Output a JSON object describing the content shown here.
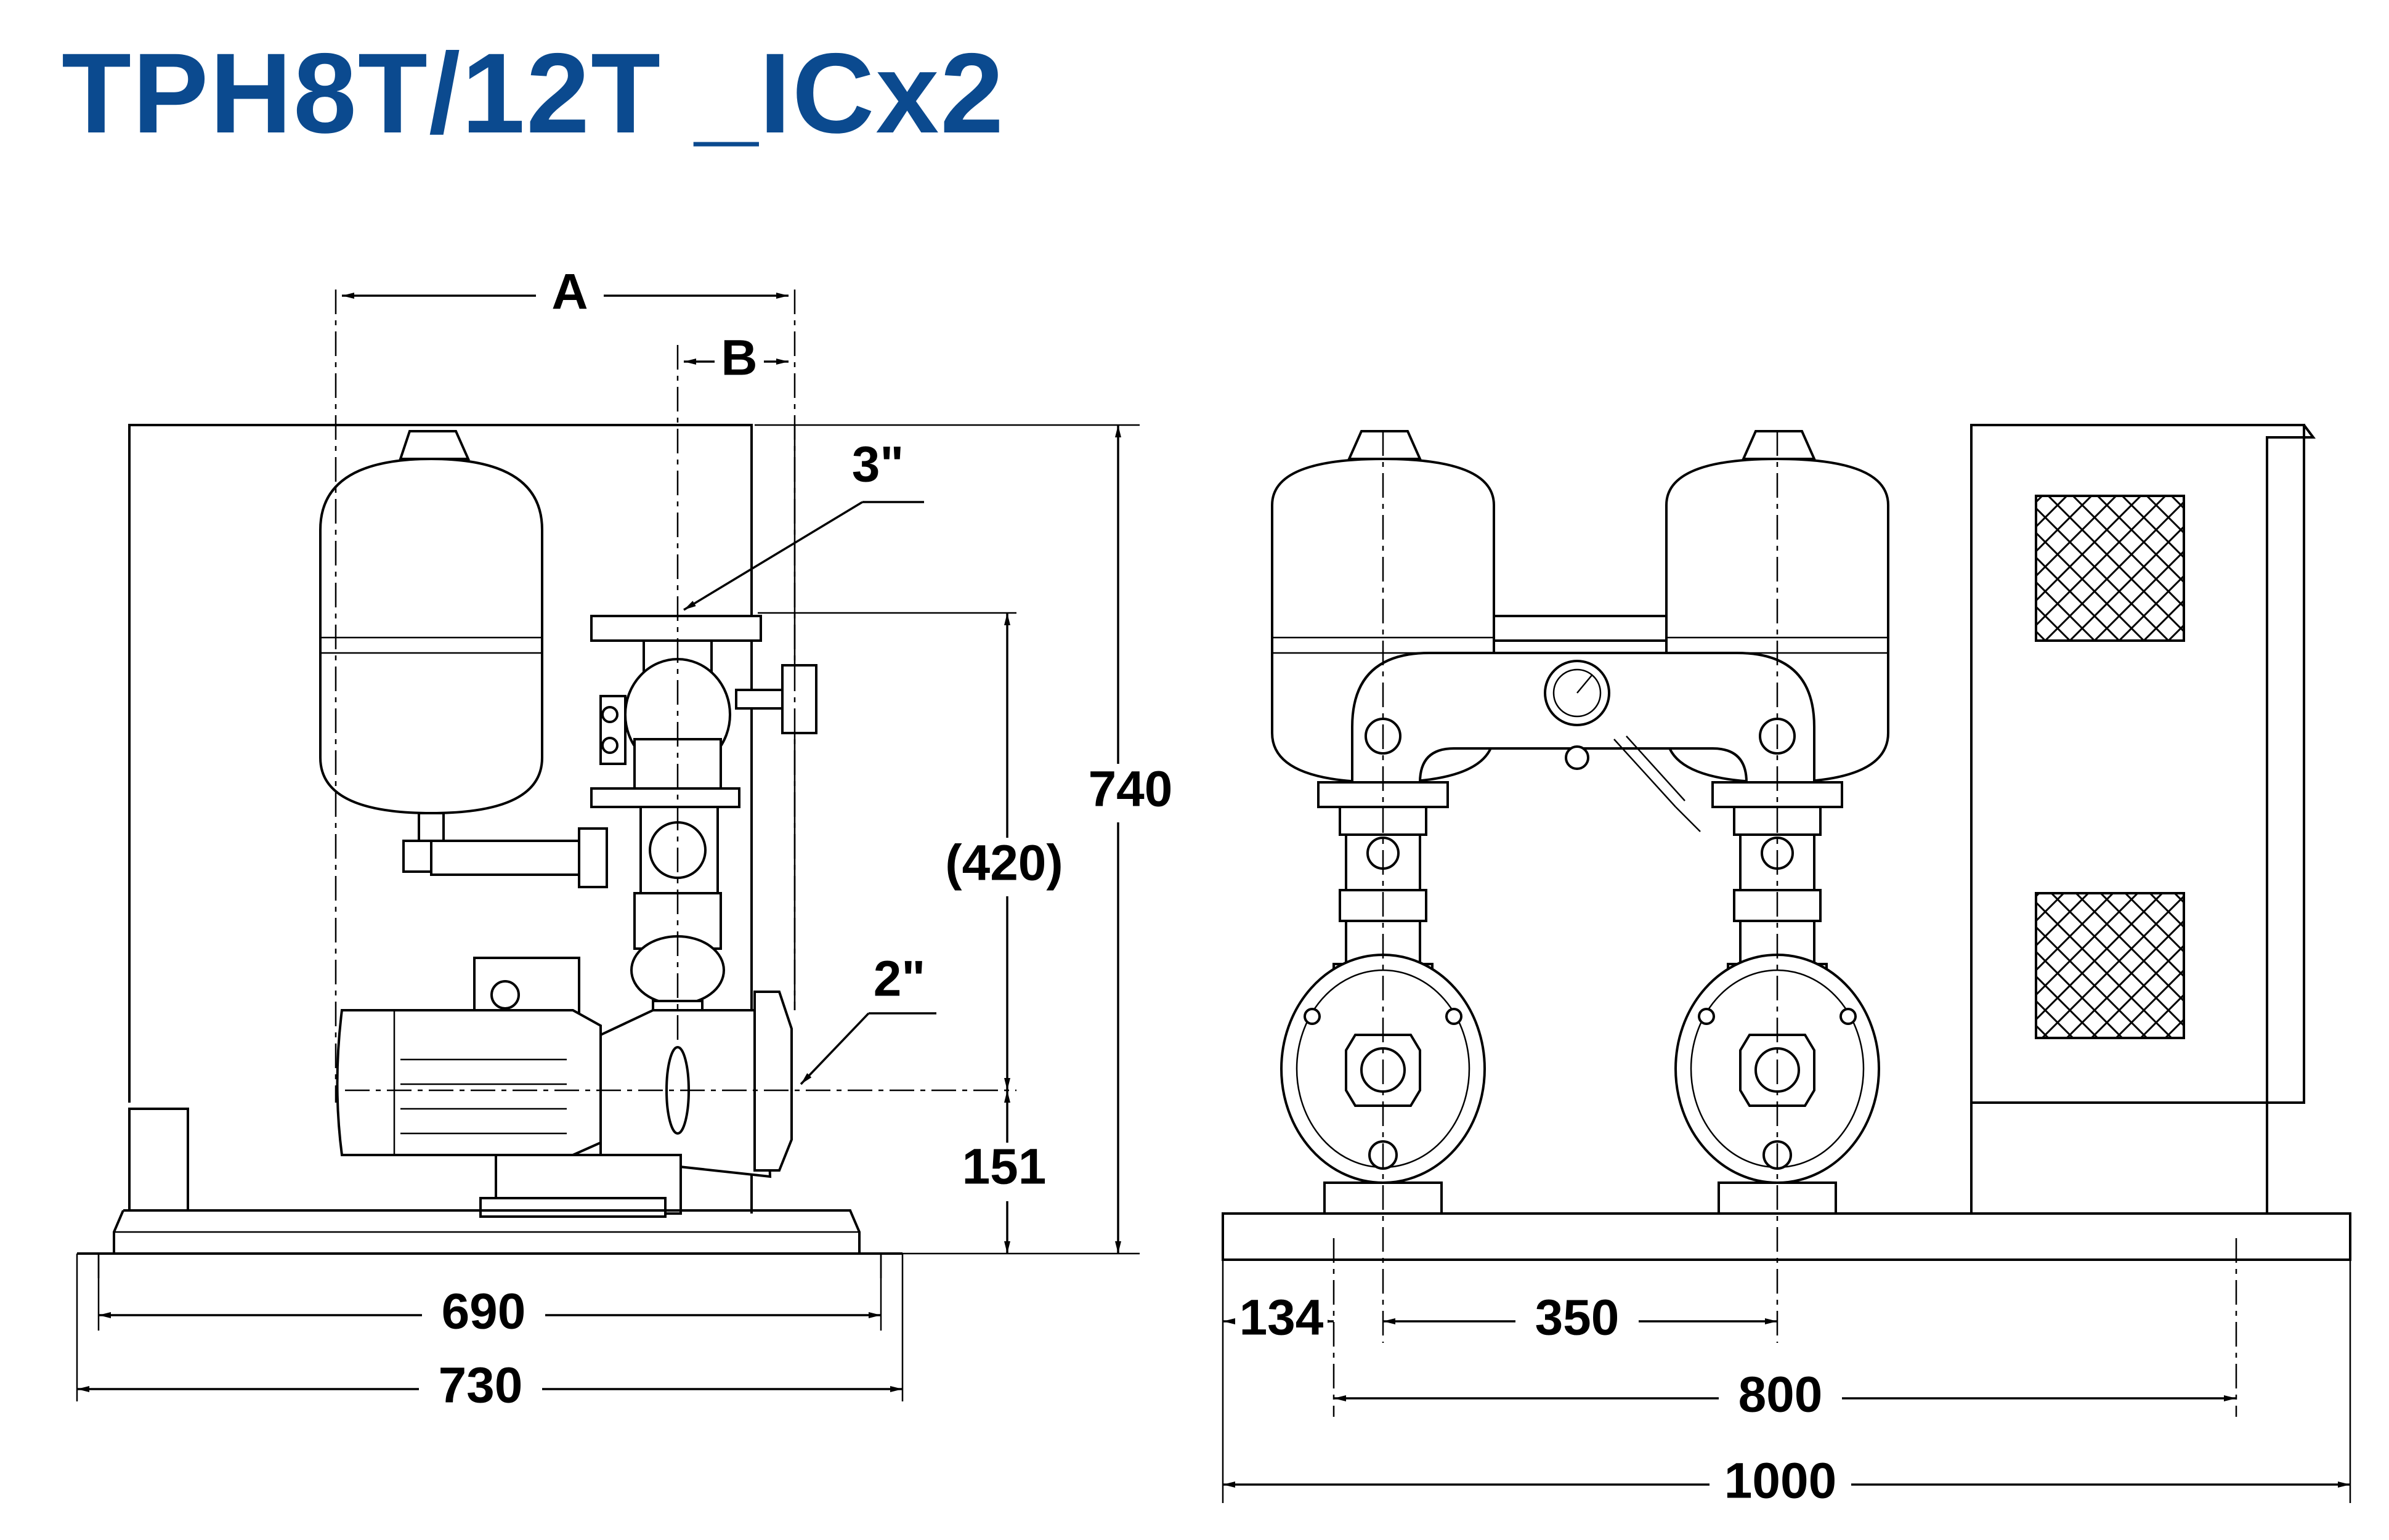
{
  "title": "TPH8T/12T _ICx2",
  "colors": {
    "title": "#0b4a8f",
    "lines": "#000000",
    "background": "#ffffff"
  },
  "side_view": {
    "dim_a": "A",
    "dim_b": "B",
    "outlet_size": "3\"",
    "inlet_size": "2\"",
    "height_total": "740",
    "height_outlet": "(420)",
    "height_inlet": "151",
    "base_inner_width": "690",
    "base_outer_width": "730"
  },
  "front_view": {
    "offset_left": "134",
    "pump_spacing": "350",
    "base_inner_width": "800",
    "base_outer_width": "1000"
  }
}
